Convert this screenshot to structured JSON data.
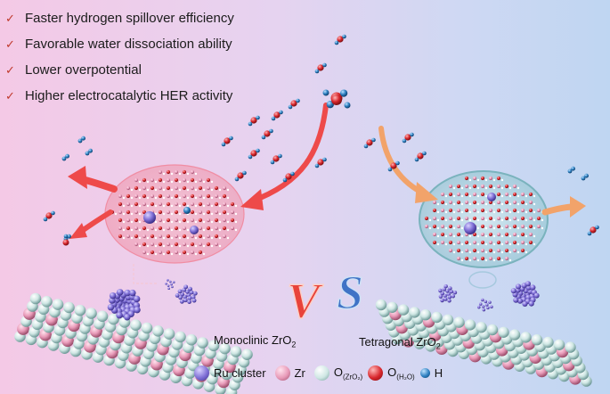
{
  "bullets": [
    {
      "check": "✓",
      "text": "Faster hydrogen spillover efficiency"
    },
    {
      "check": "✓",
      "text": "Favorable water dissociation ability"
    },
    {
      "check": "✓",
      "text": "Lower overpotential"
    },
    {
      "check": "✓",
      "text": "Higher electrocatalytic HER activity"
    }
  ],
  "vs": {
    "v": "V",
    "s": "S"
  },
  "labels": {
    "monoclinic": {
      "name": "Monoclinic ZrO",
      "sub": "2"
    },
    "tetragonal": {
      "name": "Tetragonal ZrO",
      "sub": "2"
    }
  },
  "legend": {
    "ru": "Ru cluster",
    "zr": "Zr",
    "o_zro2": {
      "text": "O",
      "sub": "(ZrO₂)"
    },
    "o_h2o": {
      "text": "O",
      "sub": "(H₂O)"
    },
    "h": "H"
  },
  "colors": {
    "ru": "#7f6fd6",
    "zr": "#e89ab8",
    "o_lattice": "#cfe7e4",
    "o_water": "#d8262c",
    "h": "#2d7fc0",
    "arrow_red": "#ee4a4a",
    "arrow_orange": "#f2a36a",
    "vs_v": "#e8433a",
    "vs_s": "#3f73c6"
  }
}
